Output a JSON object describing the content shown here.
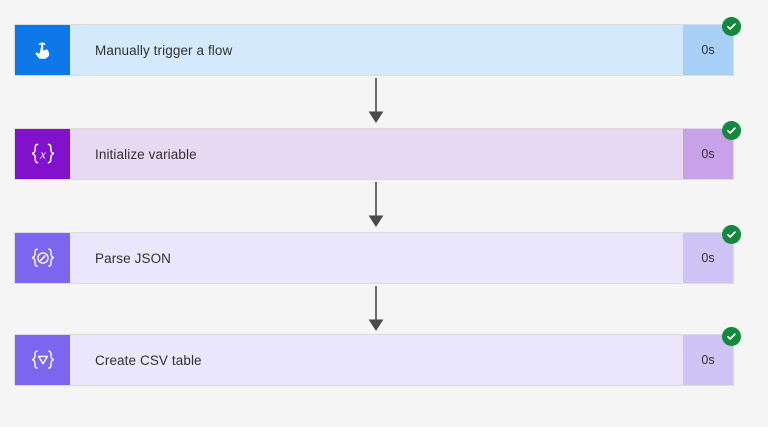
{
  "flow": {
    "steps": [
      {
        "title": "Manually trigger a flow",
        "duration": "0s",
        "status": "succeeded",
        "icon": "tap-hand-icon",
        "icon_glyph": "hand",
        "accent": "#0f78e8",
        "body": "#d4e9fb",
        "duration_bg": "#a8cff5"
      },
      {
        "title": "Initialize variable",
        "duration": "0s",
        "status": "succeeded",
        "icon": "variable-braces-x-icon",
        "icon_glyph": "{x}",
        "accent": "#8211cd",
        "body": "#e8d9f2",
        "duration_bg": "#c9a1e8"
      },
      {
        "title": "Parse JSON",
        "duration": "0s",
        "status": "succeeded",
        "icon": "parse-json-braces-pencil-icon",
        "icon_glyph": "{pencil}",
        "accent": "#7c66ef",
        "body": "#eae6fb",
        "duration_bg": "#cec4f5"
      },
      {
        "title": "Create CSV table",
        "duration": "0s",
        "status": "succeeded",
        "icon": "create-csv-braces-funnel-icon",
        "icon_glyph": "{funnel}",
        "accent": "#7c66ef",
        "body": "#eae6fb",
        "duration_bg": "#cec4f5"
      }
    ],
    "connector_count": 3,
    "status_color": "#12893c",
    "canvas_bg": "#f5f5f5"
  }
}
